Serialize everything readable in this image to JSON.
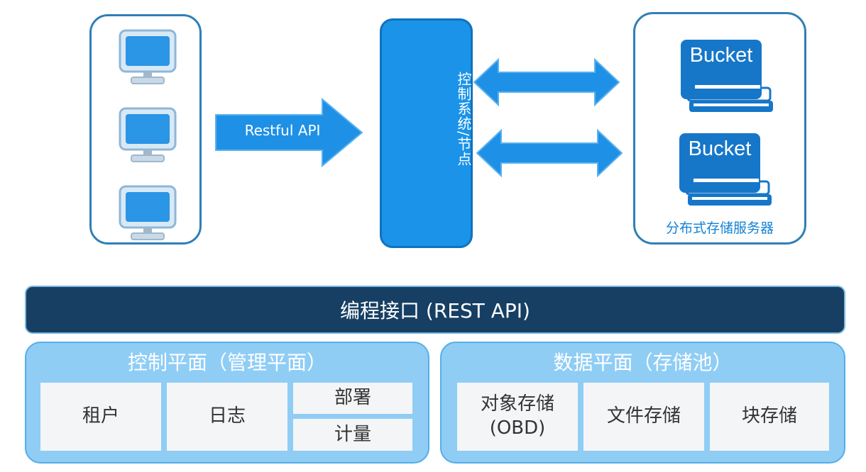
{
  "diagram": {
    "arrow_label": "Restful API",
    "control_node_label": "控制系统/节点",
    "buckets": [
      "Bucket",
      "Bucket"
    ],
    "storage_caption": "分布式存储服务器",
    "colors": {
      "primary": "#1a93e8",
      "dark": "#163f63",
      "plane": "#8fcdf5",
      "cell": "#f4f5f7"
    }
  },
  "architecture": {
    "api_bar": "编程接口 (REST API)",
    "control_plane": {
      "title": "控制平面（管理平面）",
      "cells": [
        "租户",
        "日志",
        "部署",
        "计量"
      ]
    },
    "data_plane": {
      "title": "数据平面（存储池）",
      "cells": [
        "对象存储\n(OBD)",
        "文件存储",
        "块存储"
      ]
    }
  }
}
